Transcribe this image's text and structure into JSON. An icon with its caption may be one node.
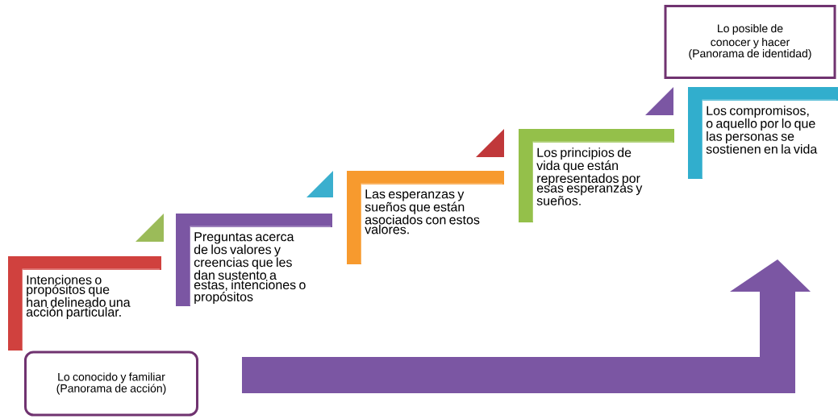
{
  "diagram": {
    "nodes": [
      {
        "text": [
          "Intenciones o propósitos que han delineado una acción particular."
        ]
      },
      {
        "text": [
          "Preguntas acerca de los valores y creencias que les dan sustento a estas, intenciones o propósitos"
        ]
      },
      {
        "text": [
          "Las esperanzas y sueños que están asociados con estos valores."
        ]
      },
      {
        "text": [
          "Los principios de vida que están representados por esas esperanzas y sueños."
        ]
      },
      {
        "text": [
          "Los compromisos, o aquello por lo que las personas se sostienen en la vida"
        ]
      },
      {
        "text": [
          "Lo conocido y familiar",
          "(Panorama de acción)"
        ]
      },
      {
        "text": [
          "Lo posible de conocer y hacer",
          "(Panorama de identidad)"
        ]
      }
    ]
  }
}
